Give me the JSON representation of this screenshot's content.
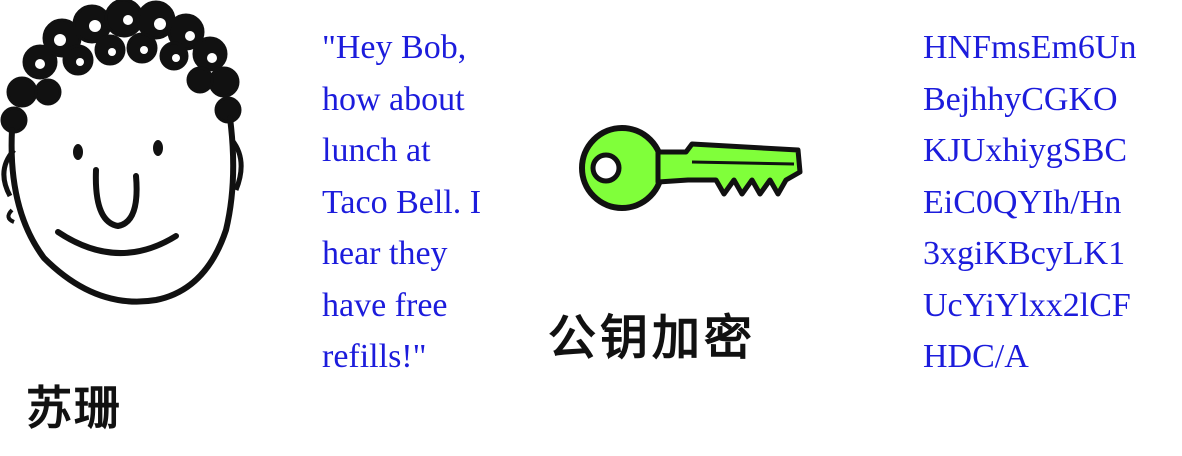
{
  "sender": {
    "name": "苏珊",
    "avatar_icon": "cartoon-face-icon"
  },
  "plaintext": {
    "lines": [
      "\"Hey Bob,",
      "how about",
      "lunch at",
      "Taco Bell. I",
      "hear they",
      "have free",
      "refills!\""
    ]
  },
  "encryption": {
    "key_icon": "key-icon",
    "key_color": "#80ff3a",
    "caption": "公钥加密"
  },
  "ciphertext": {
    "lines": [
      "HNFmsEm6Un",
      "BejhhyCGKO",
      "KJUxhiygSBC",
      "EiC0QYIh/Hn",
      "3xgiKBcyLK1",
      "UcYiYlxx2lCF",
      "HDC/A"
    ]
  },
  "colors": {
    "text_blue": "#1c1cdc",
    "ink": "#111111"
  }
}
